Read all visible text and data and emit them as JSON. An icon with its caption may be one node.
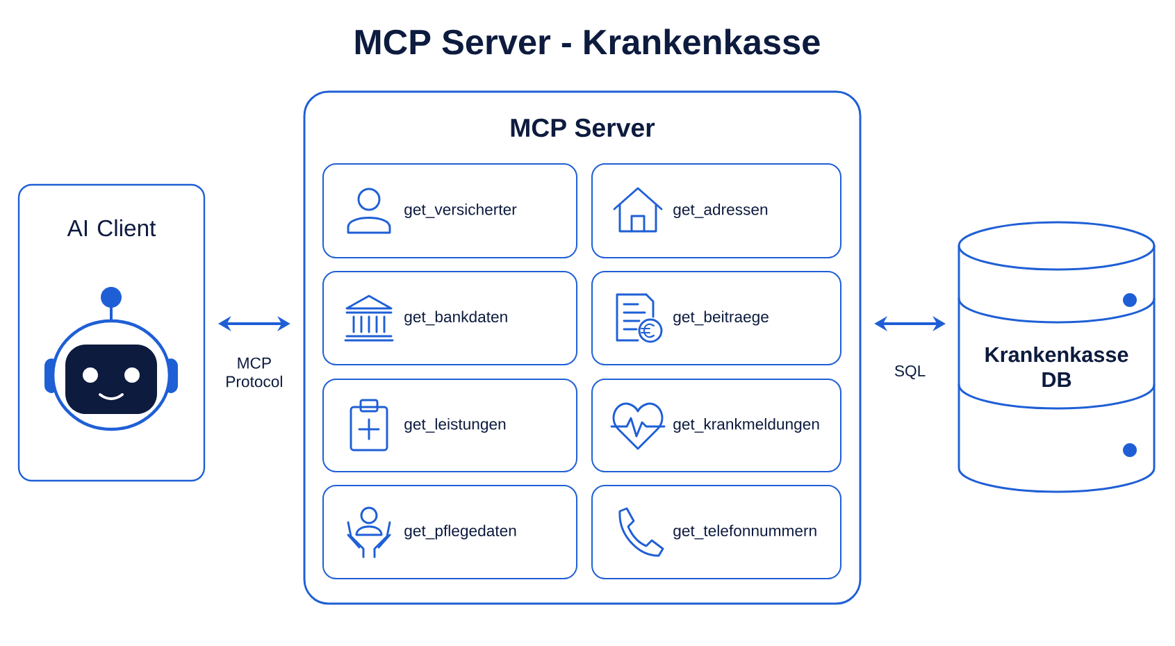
{
  "diagram": {
    "title": "MCP Server - Krankenkasse",
    "nodes": [
      {
        "text": [
          "AI Client"
        ]
      },
      {
        "text": [
          "MCP Server"
        ]
      },
      {
        "text": [
          "get_versicherter"
        ],
        "in": 1
      },
      {
        "text": [
          "get_adressen"
        ],
        "in": 1
      },
      {
        "text": [
          "get_bankdaten"
        ],
        "in": 1
      },
      {
        "text": [
          "get_beitraege"
        ],
        "in": 1
      },
      {
        "text": [
          "get_leistungen"
        ],
        "in": 1
      },
      {
        "text": [
          "get_krankmeldungen"
        ],
        "in": 1
      },
      {
        "text": [
          "get_pflegedaten"
        ],
        "in": 1
      },
      {
        "text": [
          "get_telefonnummern"
        ],
        "in": 1
      },
      {
        "text": [
          "Krankenkasse DB"
        ]
      }
    ],
    "edges": [
      {
        "from": 0,
        "to": 1,
        "arrow": "both",
        "label": "MCP Protocol"
      },
      {
        "from": 1,
        "to": 10,
        "arrow": "both",
        "label": "SQL"
      }
    ]
  }
}
